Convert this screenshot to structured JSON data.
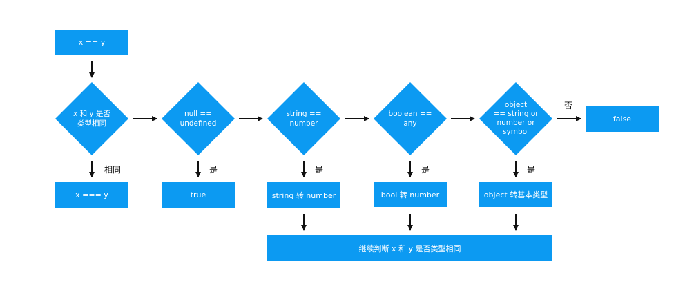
{
  "nodes": {
    "start": "x == y",
    "d_same_type": "x 和 y 是否\n类型相同",
    "d_null": "null ==\nundefined",
    "d_string": "string ==\nnumber",
    "d_boolean": "boolean ==\nany",
    "d_object": "object\n== string or\nnumber or\nsymbol",
    "strict_eq": "x === y",
    "true_box": "true",
    "string_conv": "string 转 number",
    "bool_conv": "bool 转 number",
    "object_conv": "object 转基本类型",
    "false_box": "false",
    "continue_box": "继续判断 x 和 y 是否类型相同"
  },
  "labels": {
    "same": "相同",
    "yes": "是",
    "no": "否"
  },
  "colors": {
    "node": "#0c9af2",
    "arrow": "#111111"
  }
}
